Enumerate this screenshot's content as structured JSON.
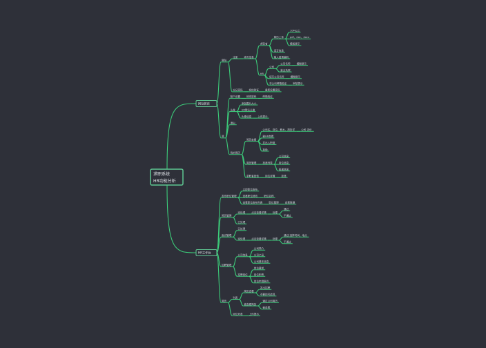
{
  "root": {
    "title_line1": "求职系统",
    "title_line2": "HR功能分析"
  },
  "colors": {
    "background": "#2e3039",
    "branch": "#3ccc7a",
    "text": "#cfd3da"
  },
  "branches": [
    {
      "label": "网站首页",
      "children": [
        {
          "label": "登陆",
          "children": [
            {
              "label": "注册",
              "children": [
                {
                  "label": "填写信息",
                  "children": [
                    {
                      "label": "求职者",
                      "children": [
                        {
                          "label": "简历上传",
                          "children": [
                            {
                              "label": "10M以上"
                            },
                            {
                              "label": "pdf、doc、docx"
                            },
                            {
                              "label": "模板提示"
                            }
                          ]
                        },
                        {
                          "label": "填写信息"
                        },
                        {
                          "label": "输入邀请编码"
                        }
                      ]
                    },
                    {
                      "label": "HR",
                      "children": [
                        {
                          "label": "公司",
                          "children": [
                            {
                              "label": "公司名称",
                              "children": [
                                {
                                  "label": "模糊提示"
                                }
                              ]
                            },
                            {
                              "label": "营业执照"
                            }
                          ]
                        },
                        {
                          "label": "填写公司名称",
                          "children": [
                            {
                              "label": "模糊提示"
                            }
                          ]
                        },
                        {
                          "label": "非公司邮箱验证",
                          "children": [
                            {
                              "label": "审核提示"
                            }
                          ]
                        }
                      ]
                    }
                  ]
                }
              ]
            },
            {
              "label": "忘记密码",
              "children": [
                {
                  "label": "短信验证",
                  "children": [
                    {
                      "label": "重新设置密码"
                    }
                  ]
                }
              ]
            }
          ]
        },
        {
          "label": "我",
          "children": [
            {
              "label": "账户设置",
              "children": [
                {
                  "label": "修改密码",
                  "children": [
                    {
                      "label": "邮箱验证"
                    }
                  ]
                }
              ]
            },
            {
              "label": "头像",
              "children": [
                {
                  "label": "添加图片大小"
                },
                {
                  "label": "HR默认头像"
                },
                {
                  "label": "头像信息",
                  "children": [
                    {
                      "label": "上传提示"
                    }
                  ]
                }
              ]
            },
            {
              "label": "退出"
            },
            {
              "label": "我的简历",
              "children": [
                {
                  "label": "简历查看",
                  "children": [
                    {
                      "label": "公司名、岗位、薪水、简历详",
                      "children": [
                        {
                          "label": "公司 评价"
                        }
                      ]
                    },
                    {
                      "label": "被HR查看"
                    },
                    {
                      "label": "发出入职邀"
                    },
                    {
                      "label": "拒绝"
                    }
                  ]
                },
                {
                  "label": "简历管理",
                  "children": [
                    {
                      "label": "投递列表",
                      "children": [
                        {
                          "label": "公司信息"
                        },
                        {
                          "label": "岗位信息"
                        },
                        {
                          "label": "投递信息"
                        }
                      ]
                    }
                  ]
                },
                {
                  "label": "求职者回信",
                  "children": [
                    {
                      "label": "岗位详情",
                      "children": [
                        {
                          "label": "投递"
                        }
                      ]
                    }
                  ]
                }
              ]
            }
          ]
        }
      ]
    },
    {
      "label": "HR工作台",
      "children": [
        {
          "label": "发布职位管理",
          "children": [
            {
              "label": "立即职位发布"
            },
            {
              "label": "查看职位修改",
              "children": [
                {
                  "label": "职位名称"
                }
              ]
            },
            {
              "label": "查看职位发布列表",
              "children": [
                {
                  "label": "职位管理",
                  "children": [
                    {
                      "label": "查看数据"
                    }
                  ]
                }
              ]
            }
          ]
        },
        {
          "label": "简历管理",
          "children": [
            {
              "label": "待处理",
              "children": [
                {
                  "label": "点击查看详情",
                  "children": [
                    {
                      "label": "处理",
                      "children": [
                        {
                          "label": "通过"
                        },
                        {
                          "label": "不通过"
                        }
                      ]
                    }
                  ]
                }
              ]
            },
            {
              "label": "已处理"
            }
          ]
        },
        {
          "label": "面试管理",
          "children": [
            {
              "label": "已处理"
            },
            {
              "label": "待处理",
              "children": [
                {
                  "label": "点击查看详情",
                  "children": [
                    {
                      "label": "处理",
                      "children": [
                        {
                          "label": "通过(选择时间、地点"
                        },
                        {
                          "label": "不通过"
                        }
                      ]
                    }
                  ]
                }
              ]
            }
          ]
        },
        {
          "label": "招聘管理",
          "children": [
            {
              "label": "公司信息",
              "children": [
                {
                  "label": "公司简介"
                },
                {
                  "label": "公司产品"
                },
                {
                  "label": "公司基本信息"
                }
              ]
            },
            {
              "label": "招聘岗位",
              "children": [
                {
                  "label": "岗位要求"
                },
                {
                  "label": "岗位职责"
                },
                {
                  "label": "岗位申请条件"
                }
              ]
            }
          ]
        },
        {
          "label": "简历",
          "children": [
            {
              "label": "列表",
              "children": [
                {
                  "label": "简历查看",
                  "children": [
                    {
                      "label": "发出招聘"
                    },
                    {
                      "label": "不要的可选择"
                    }
                  ]
                },
                {
                  "label": "被查看简历",
                  "children": [
                    {
                      "label": "通过公司简历"
                    },
                    {
                      "label": "被查看"
                    }
                  ]
                }
              ]
            },
            {
              "label": "岗位列表",
              "children": [
                {
                  "label": "上传提示"
                }
              ]
            }
          ]
        }
      ]
    }
  ]
}
